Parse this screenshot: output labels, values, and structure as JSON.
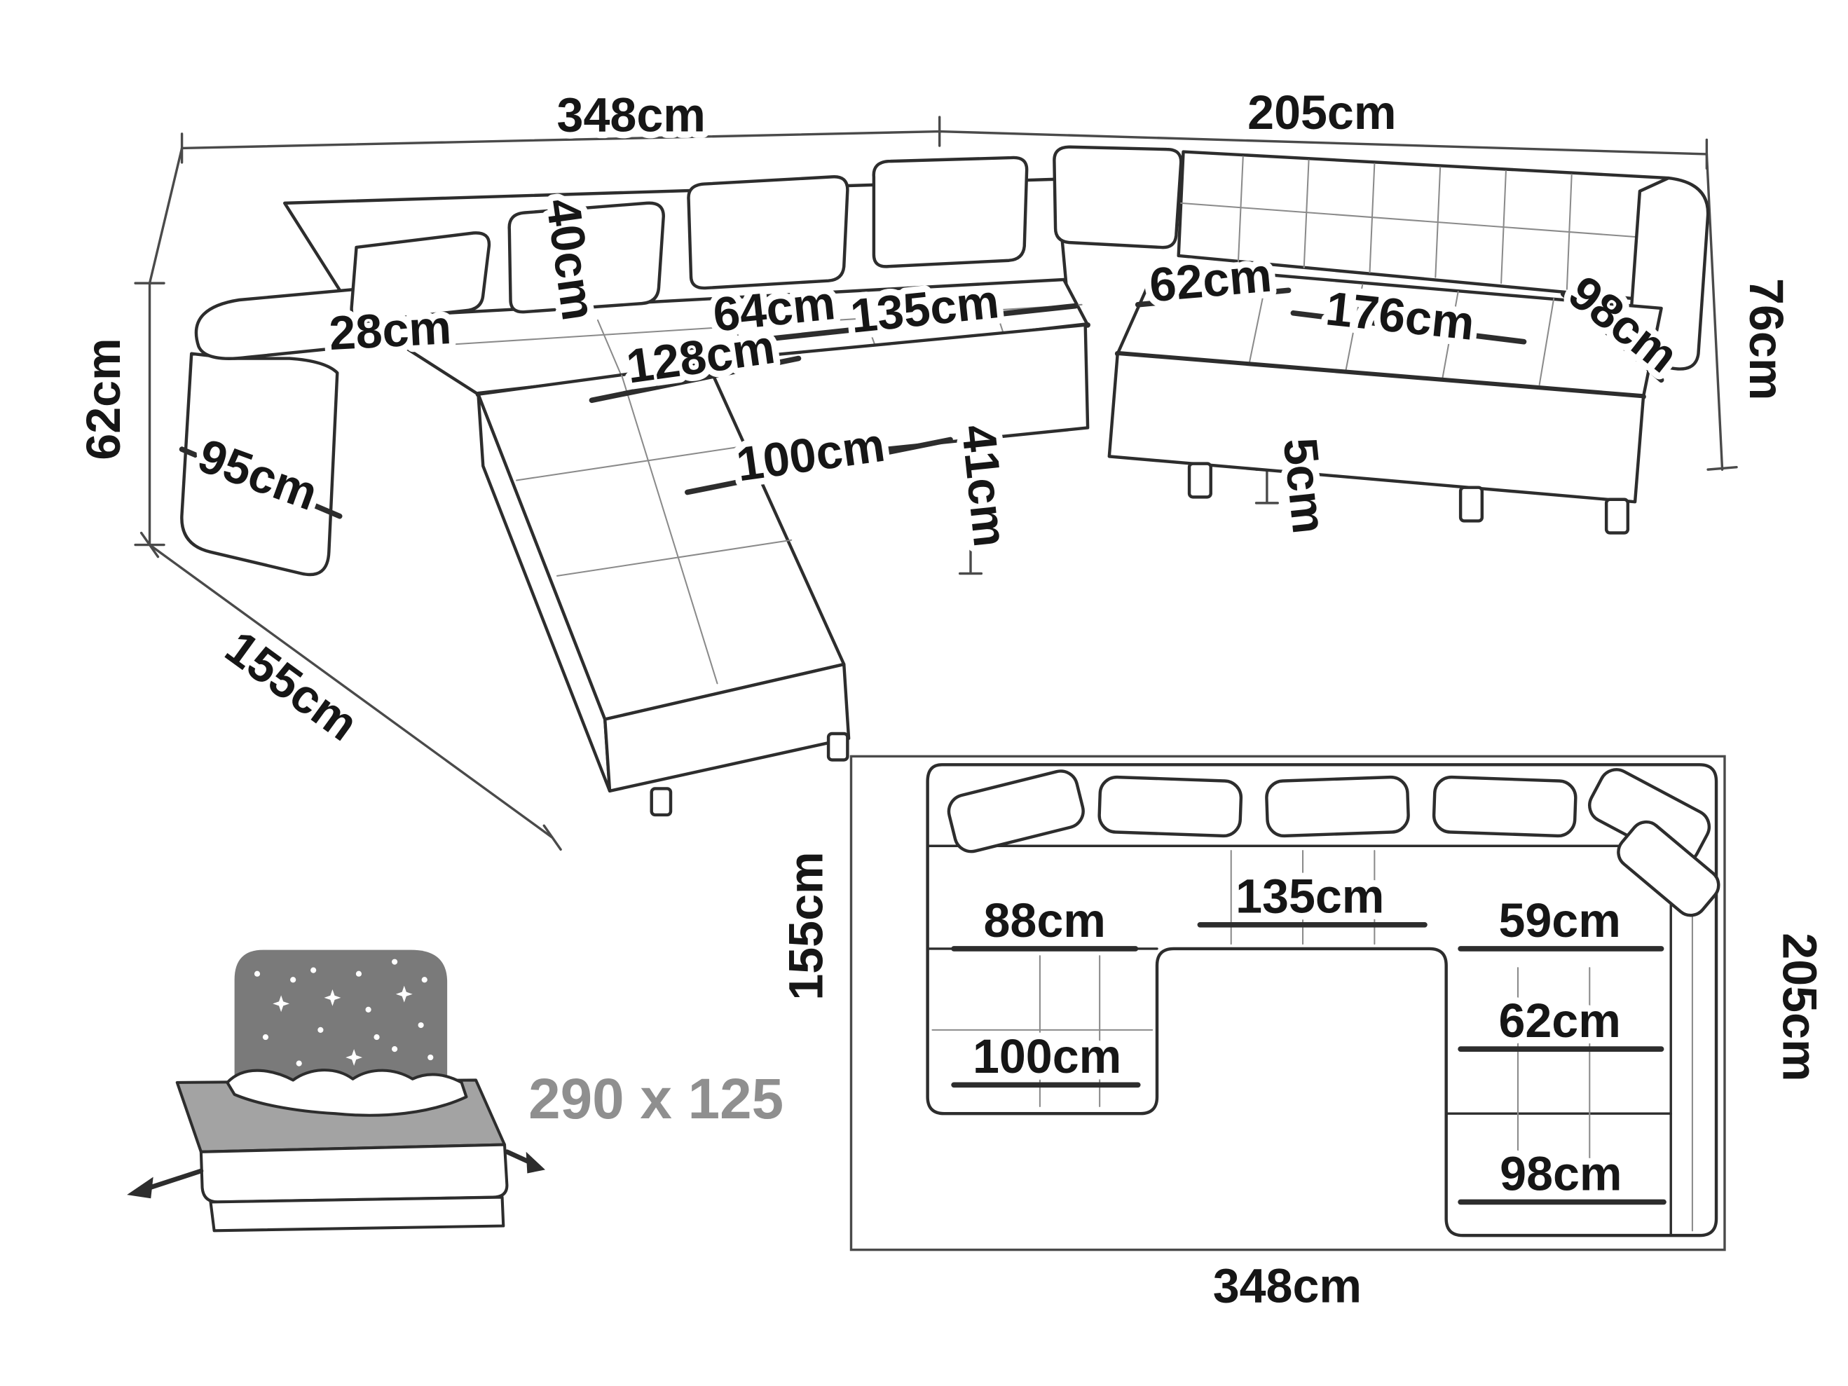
{
  "perspective_view": {
    "labels": {
      "overall_width_left": "348cm",
      "overall_width_right": "205cm",
      "back_height": "76cm",
      "arm_height": "62cm",
      "chaise_depth": "155cm",
      "arm_length": "95cm",
      "headrest_width": "28cm",
      "back_cushion_height": "40cm",
      "seat_depth_middle": "64cm",
      "seat_width_middle": "135cm",
      "seat_width_left": "128cm",
      "chaise_seat_width": "100cm",
      "seat_depth_right": "62cm",
      "seat_width_right": "176cm",
      "seat_width_end": "98cm",
      "seat_height": "41cm",
      "leg_height": "5cm"
    }
  },
  "bed_function": {
    "sleeping_area_label": "290 x 125"
  },
  "plan_view": {
    "labels": {
      "overall_width": "348cm",
      "depth_right": "205cm",
      "depth_left": "155cm",
      "seat_width_middle": "135cm",
      "seat_depth_left": "88cm",
      "seat_depth_right_top": "59cm",
      "seat_depth_right_middle": "62cm",
      "chaise_width": "100cm",
      "seat_width_bottom_right": "98cm"
    }
  }
}
